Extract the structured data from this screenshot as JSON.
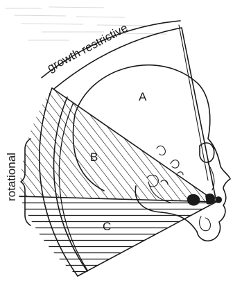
{
  "labels": {
    "arc_top": "growth restrictive",
    "arc_left": "rotational",
    "region_a": "A",
    "region_b": "B",
    "region_c": "C"
  },
  "colors": {
    "ink": "#1a1a1a",
    "paper": "#ffffff",
    "speckle": "#c8c8c8"
  }
}
